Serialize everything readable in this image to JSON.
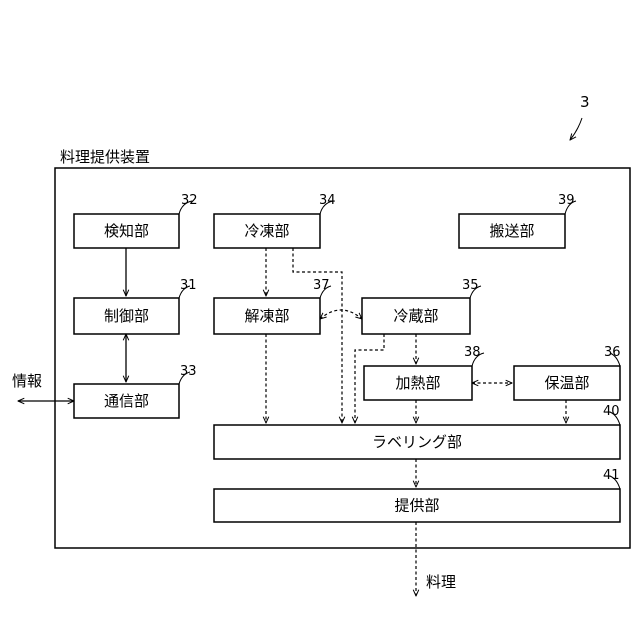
{
  "figure_ref": "3",
  "device_label": "料理提供装置",
  "input_label": "情報",
  "output_label": "料理",
  "blocks": {
    "detection": {
      "label": "検知部",
      "ref": "32"
    },
    "control": {
      "label": "制御部",
      "ref": "31"
    },
    "communication": {
      "label": "通信部",
      "ref": "33"
    },
    "freezing": {
      "label": "冷凍部",
      "ref": "34"
    },
    "thawing": {
      "label": "解凍部",
      "ref": "37"
    },
    "refrigeration": {
      "label": "冷蔵部",
      "ref": "35"
    },
    "heating": {
      "label": "加熱部",
      "ref": "38"
    },
    "warming": {
      "label": "保温部",
      "ref": "36"
    },
    "conveyance": {
      "label": "搬送部",
      "ref": "39"
    },
    "labeling": {
      "label": "ラベリング部",
      "ref": "40"
    },
    "serving": {
      "label": "提供部",
      "ref": "41"
    }
  }
}
